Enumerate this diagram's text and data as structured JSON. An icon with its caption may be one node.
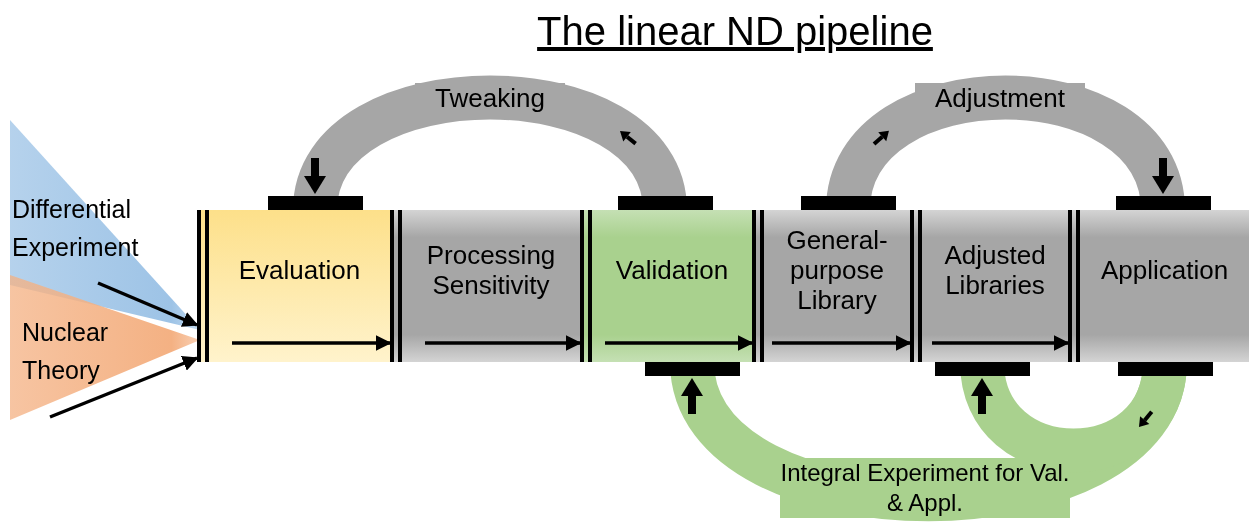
{
  "diagram": {
    "title": "The linear ND pipeline",
    "nodes": [
      {
        "text": [
          "Differential Experiment"
        ]
      },
      {
        "text": [
          "Nuclear Theory"
        ]
      },
      {
        "text": [
          "Evaluation"
        ]
      },
      {
        "text": [
          "Processing Sensitivity"
        ]
      },
      {
        "text": [
          "Validation"
        ]
      },
      {
        "text": [
          "General-purpose Library"
        ]
      },
      {
        "text": [
          "Adjusted Libraries"
        ]
      },
      {
        "text": [
          "Application"
        ]
      }
    ],
    "edges": [
      {
        "from": 0,
        "to": 2,
        "arrow": "to"
      },
      {
        "from": 1,
        "to": 2,
        "arrow": "to"
      },
      {
        "from": 2,
        "to": 3,
        "arrow": "to"
      },
      {
        "from": 3,
        "to": 4,
        "arrow": "to"
      },
      {
        "from": 4,
        "to": 5,
        "arrow": "to"
      },
      {
        "from": 5,
        "to": 6,
        "arrow": "to"
      },
      {
        "from": 6,
        "to": 7,
        "arrow": "to"
      },
      {
        "from": 4,
        "to": 2,
        "arrow": "to",
        "label": "Tweaking",
        "style": "thick",
        "color": "#a6a6a6"
      },
      {
        "from": 5,
        "to": 7,
        "arrow": "to",
        "label": "Adjustment",
        "style": "thick",
        "color": "#a6a6a6"
      },
      {
        "from": 7,
        "to": 4,
        "arrow": "to",
        "label": "Integral Experiment for Val. & Appl.",
        "style": "thick",
        "color": "#a9d18e"
      },
      {
        "from": 7,
        "to": 6,
        "arrow": "to",
        "style": "thick",
        "color": "#a9d18e"
      }
    ]
  }
}
